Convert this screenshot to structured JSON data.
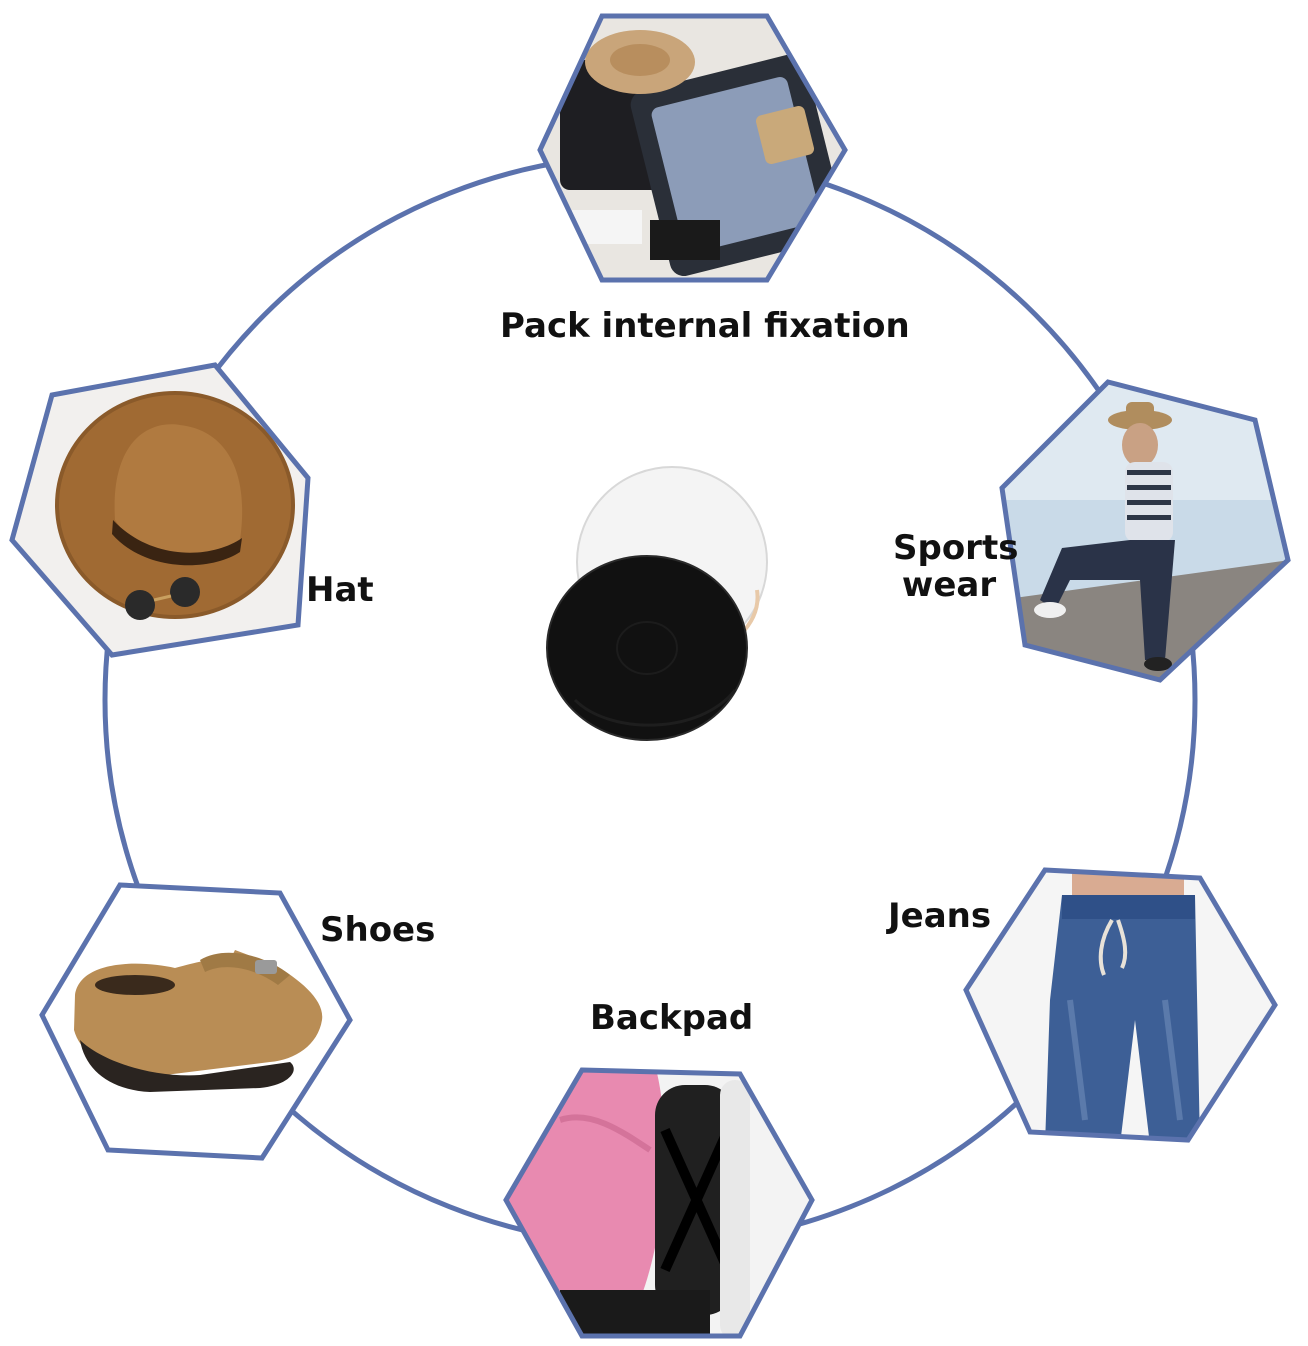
{
  "theme": {
    "ring_color": "#5b72ad",
    "hex_stroke": "#5b72ad",
    "background": "#ffffff"
  },
  "product": {
    "icon": "elastic-band-roll-icon",
    "colors": [
      "#ffffff",
      "#111111"
    ]
  },
  "applications": [
    {
      "key": "pack",
      "label": "Pack internal fixation",
      "icon": "suitcase-photo"
    },
    {
      "key": "sports",
      "label_line1": "Sports",
      "label_line2": "wear",
      "icon": "man-sitting-photo"
    },
    {
      "key": "jeans",
      "label": "Jeans",
      "icon": "jeans-photo"
    },
    {
      "key": "backpad",
      "label": "Backpad",
      "icon": "back-support-photo"
    },
    {
      "key": "shoes",
      "label": "Shoes",
      "icon": "loafer-shoe-photo"
    },
    {
      "key": "hat",
      "label": "Hat",
      "icon": "fedora-hat-photo"
    }
  ]
}
